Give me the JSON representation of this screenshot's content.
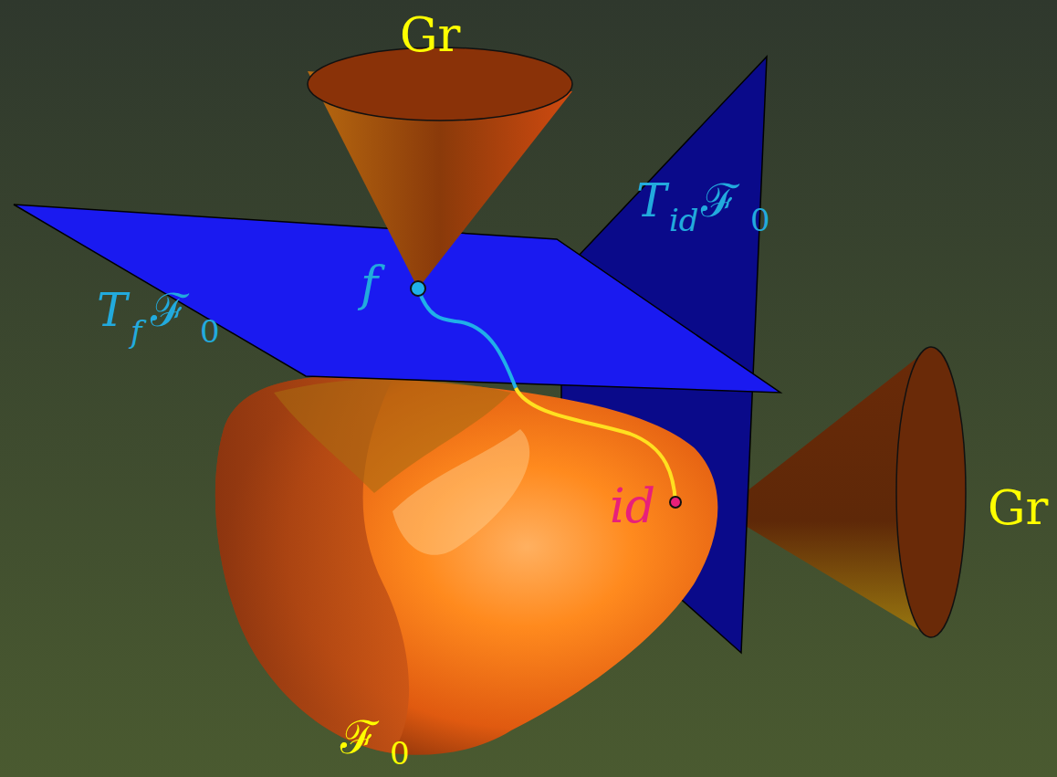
{
  "diagram": {
    "labels": [
      "Gr",
      "T",
      "id",
      "ℱ",
      "0",
      "f",
      "T",
      "f",
      "ℱ",
      "0",
      "id",
      "Gr",
      "ℱ",
      "0"
    ]
  }
}
